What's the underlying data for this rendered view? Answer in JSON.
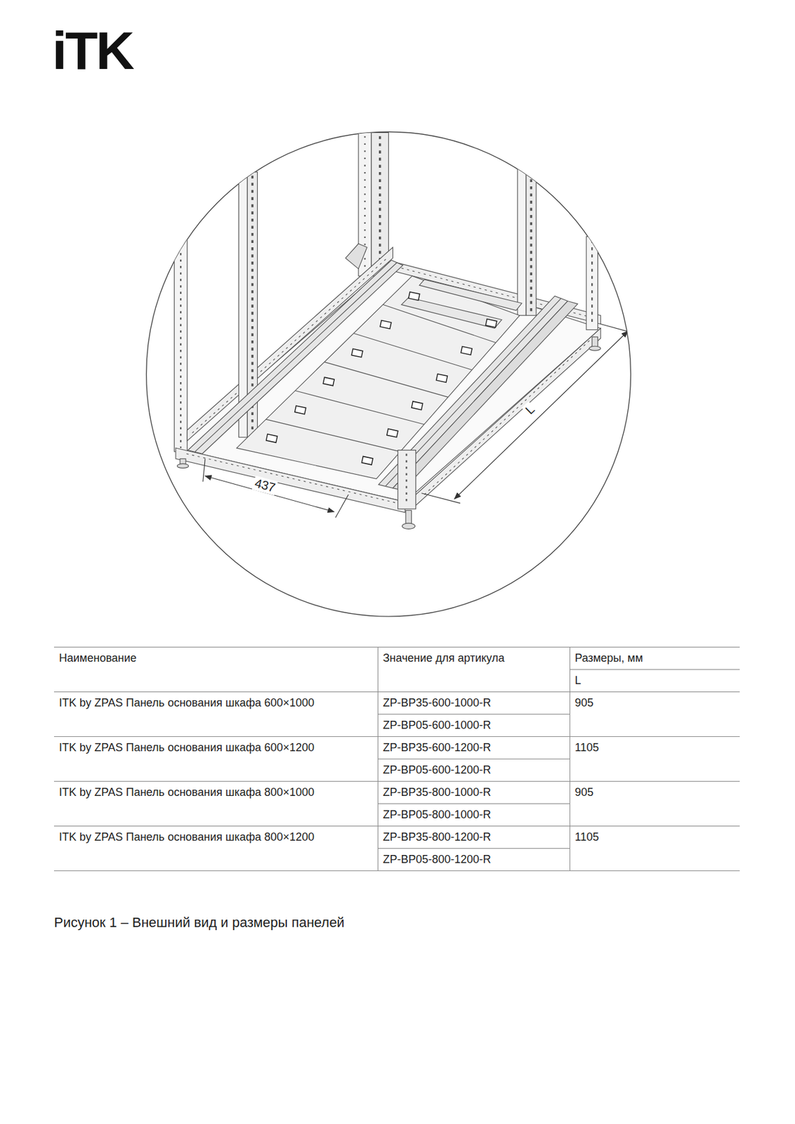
{
  "diagram": {
    "caption": "Рисунок 1 – Внешний вид и размеры панелей",
    "labels": [
      "iTK",
      "437",
      "L",
      "Наименование",
      "Значение для артикула",
      "Размеры, мм",
      "L",
      "ITK by ZPAS Панель основания шкафа 600×1000",
      "ZP-BP35-600-1000-R",
      "ZP-BP05-600-1000-R",
      "905",
      "ITK by ZPAS Панель основания шкафа 600×1200",
      "ZP-BP35-600-1200-R",
      "ZP-BP05-600-1200-R",
      "1105",
      "ITK by ZPAS Панель основания шкафа 800×1000",
      "ZP-BP35-800-1000-R",
      "ZP-BP05-800-1000-R",
      "905",
      "ITK by ZPAS Панель основания шкафа 800×1200",
      "ZP-BP35-800-1200-R",
      "ZP-BP05-800-1200-R",
      "1105"
    ]
  }
}
